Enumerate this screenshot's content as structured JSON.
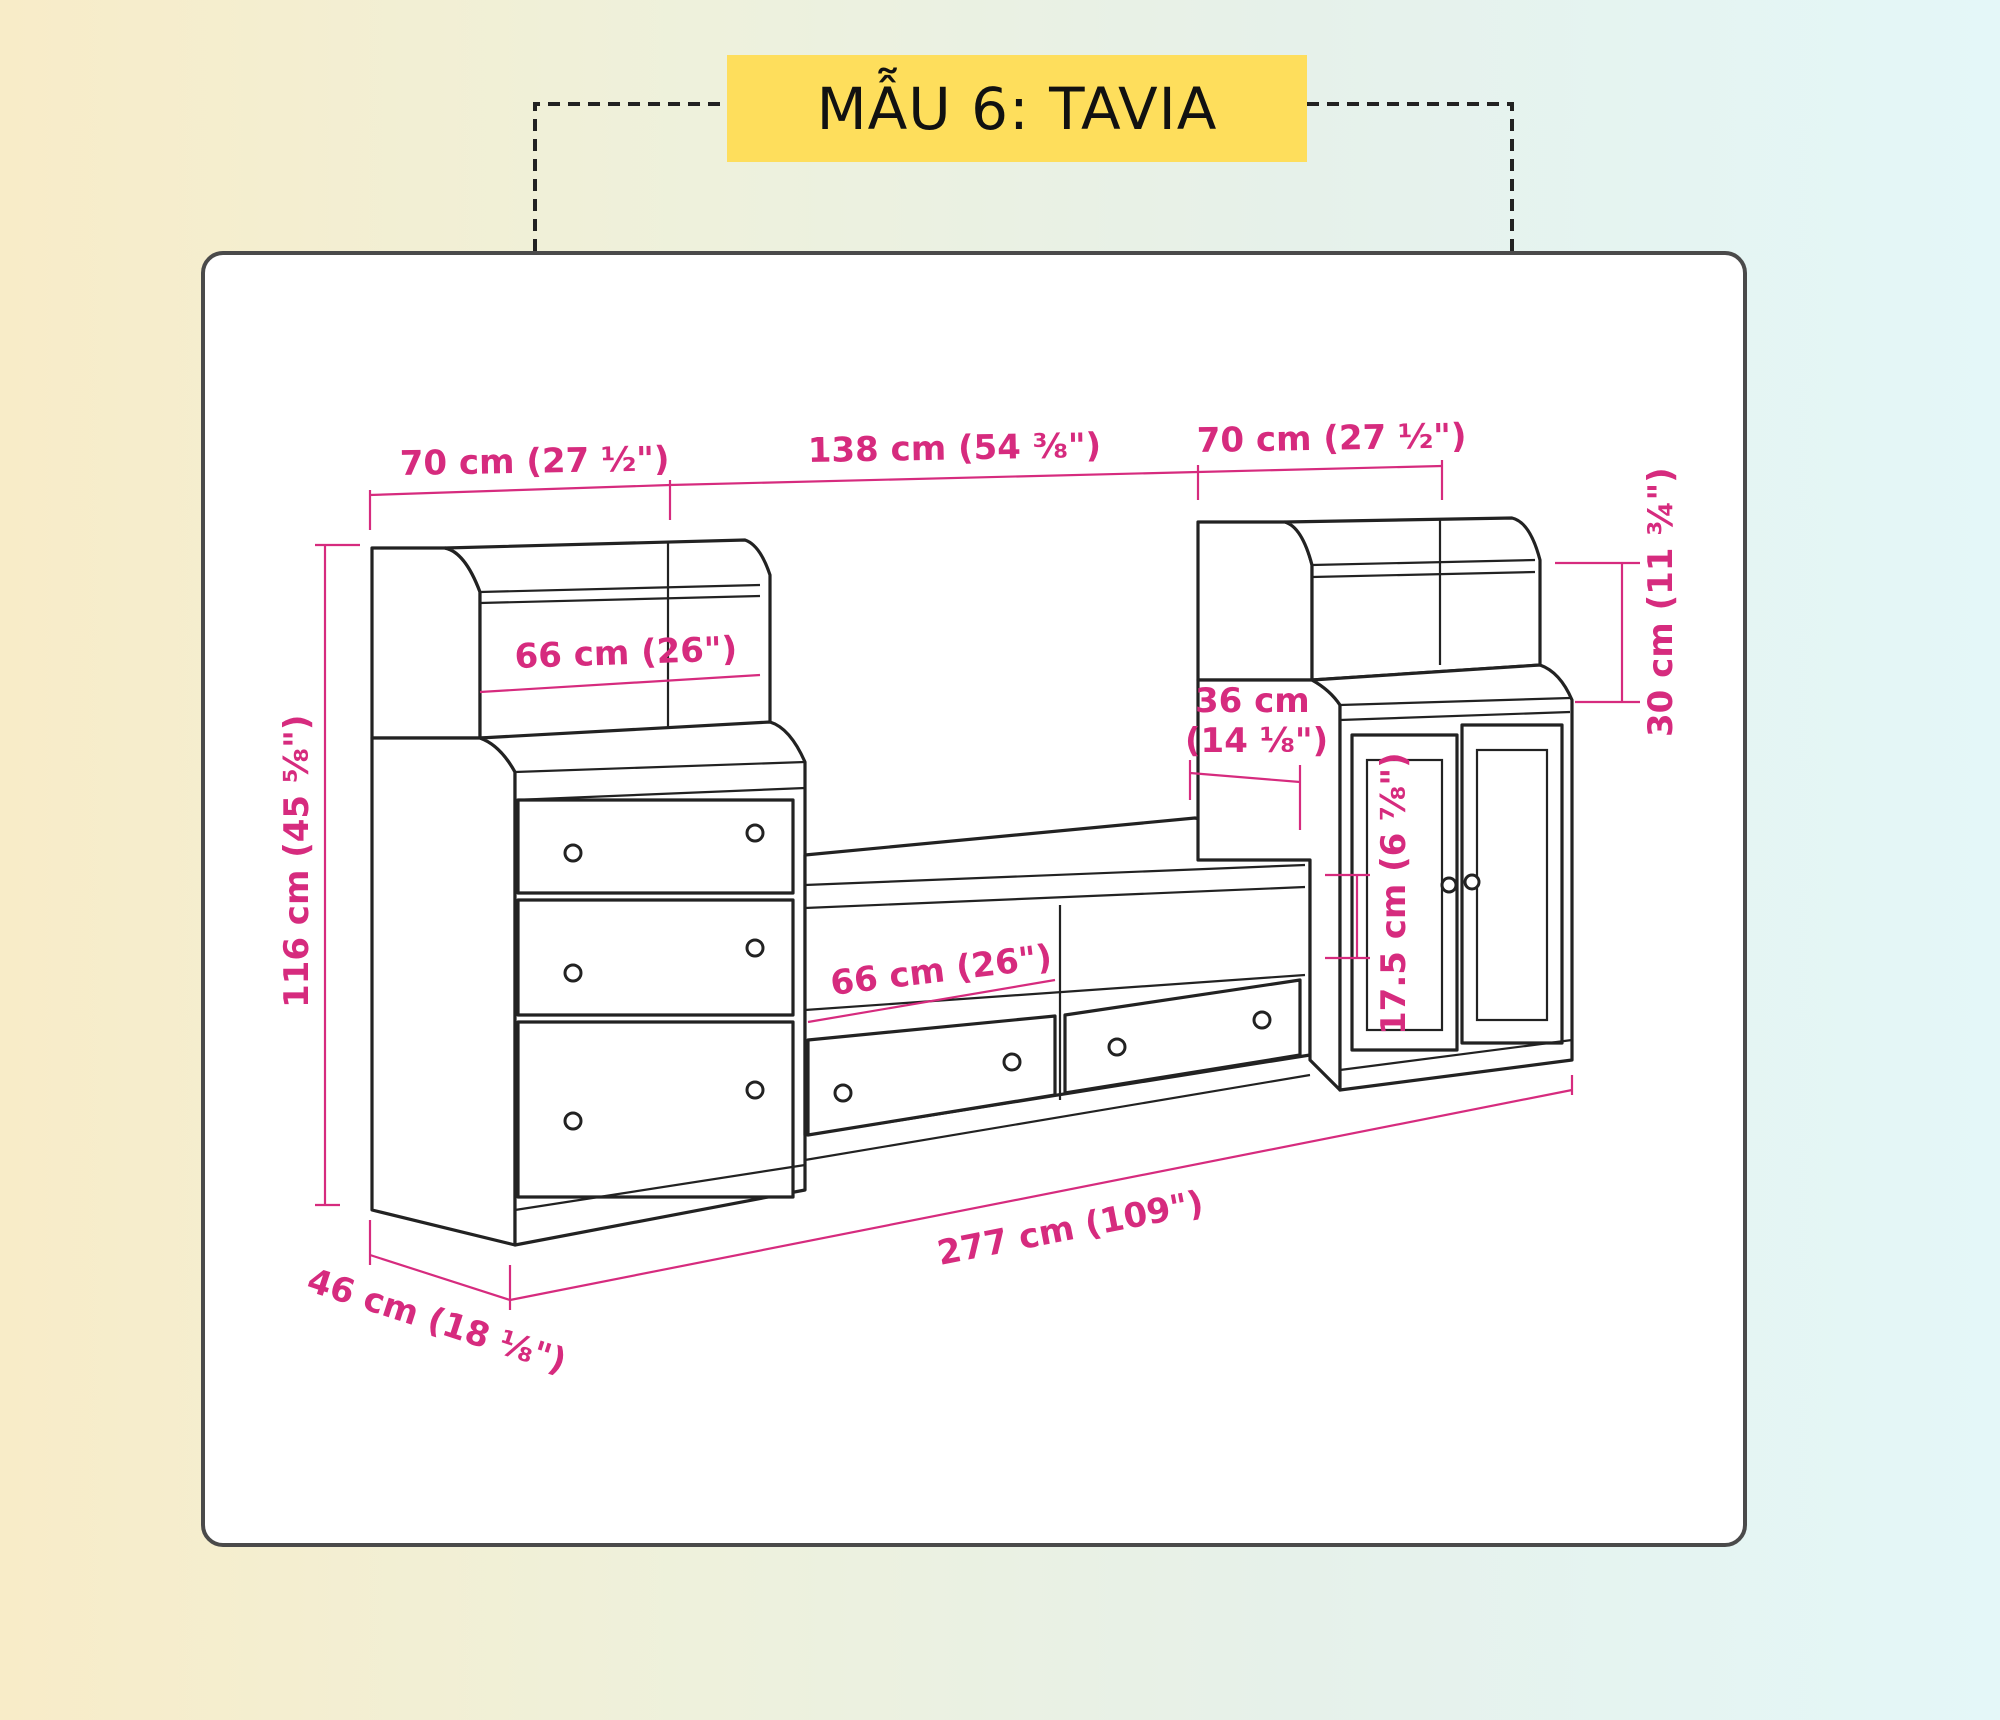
{
  "title": "MẪU 6: TAVIA",
  "colors": {
    "badge": "#fede5c",
    "dimension": "#d62b7e",
    "frame": "#4a4a4a"
  },
  "dimensions": {
    "left_width": "70 cm (27 ½\")",
    "middle_gap": "138 cm (54 ⅜\")",
    "right_width": "70 cm (27 ½\")",
    "left_inner_width": "66 cm (26\")",
    "height": "116 cm (45 ⅝\")",
    "shelf_height": "30 cm (11 ¾\")",
    "bench_depth_line1": "36 cm",
    "bench_depth_line2": "(14 ⅛\")",
    "drawer_height": "17.5 cm (6 ⅞\")",
    "bench_inner_width": "66 cm (26\")",
    "total_width": "277 cm (109\")",
    "depth": "46 cm (18 ⅛\")"
  }
}
